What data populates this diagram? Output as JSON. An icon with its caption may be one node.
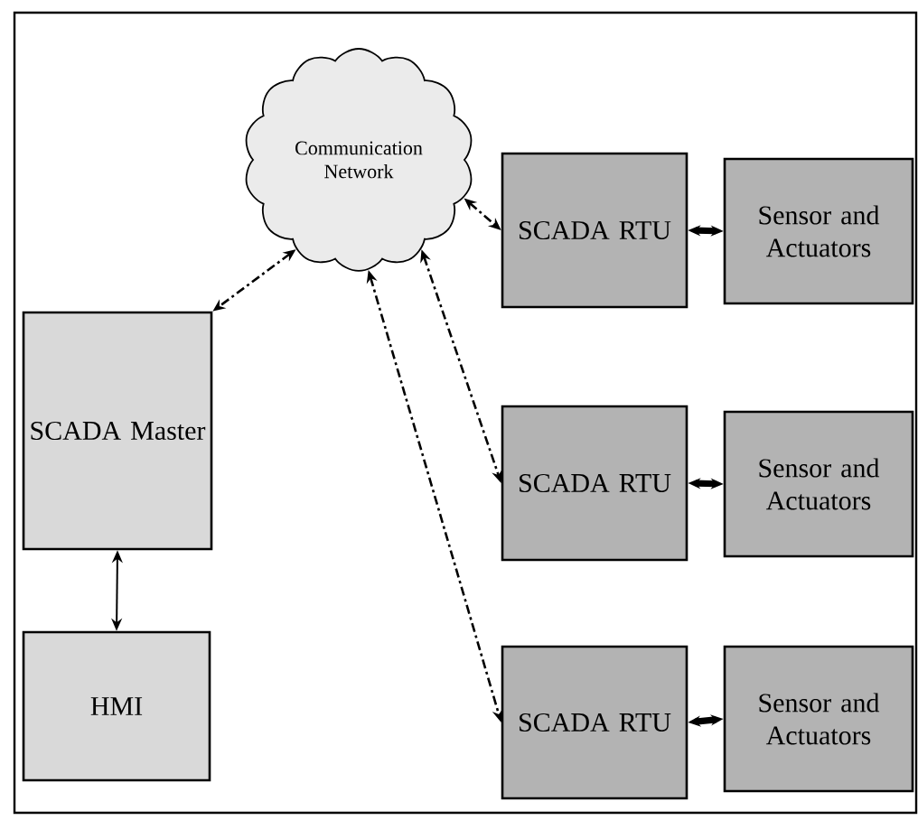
{
  "diagram": {
    "nodes": [
      {
        "text": [
          "Communication Network"
        ]
      },
      {
        "text": [
          "SCADA Master"
        ]
      },
      {
        "text": [
          "HMI"
        ]
      },
      {
        "text": [
          "SCADA RTU"
        ]
      },
      {
        "text": [
          "Sensor and Actuators"
        ]
      },
      {
        "text": [
          "SCADA RTU"
        ]
      },
      {
        "text": [
          "Sensor and Actuators"
        ]
      },
      {
        "text": [
          "SCADA RTU"
        ]
      },
      {
        "text": [
          "Sensor and Actuators"
        ]
      }
    ],
    "edges": [
      {
        "from": 0,
        "to": 1,
        "arrow": "both",
        "style": "dashed"
      },
      {
        "from": 0,
        "to": 3,
        "arrow": "both",
        "style": "dashed"
      },
      {
        "from": 0,
        "to": 5,
        "arrow": "both",
        "style": "dashed"
      },
      {
        "from": 0,
        "to": 7,
        "arrow": "both",
        "style": "dashed"
      },
      {
        "from": 1,
        "to": 2,
        "arrow": "both"
      },
      {
        "from": 3,
        "to": 4,
        "arrow": "both",
        "style": "thick"
      },
      {
        "from": 5,
        "to": 6,
        "arrow": "both",
        "style": "thick"
      },
      {
        "from": 7,
        "to": 8,
        "arrow": "both",
        "style": "thick"
      }
    ]
  }
}
